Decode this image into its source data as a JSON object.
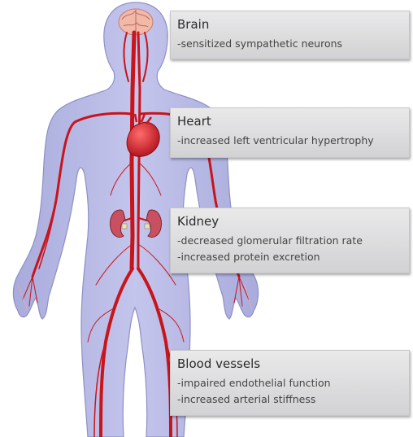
{
  "organs": [
    {
      "title": "Brain",
      "effects": [
        "-sensitized sympathetic neurons"
      ]
    },
    {
      "title": "Heart",
      "effects": [
        "-increased left ventricular hypertrophy"
      ]
    },
    {
      "title": "Kidney",
      "effects": [
        "-decreased glomerular filtration rate",
        "-increased protein excretion"
      ]
    },
    {
      "title": "Blood vessels",
      "effects": [
        "-impaired endothelial function",
        "-increased arterial stiffness"
      ]
    }
  ],
  "colors": {
    "body_fill": "#b7b9e3",
    "body_outline": "#8d90c4",
    "vessel": "#c8141b",
    "heart": "#d81e2a",
    "kidney": "#c85060",
    "brain": "#f2b8a8",
    "box_fill": "#dcdcde"
  }
}
